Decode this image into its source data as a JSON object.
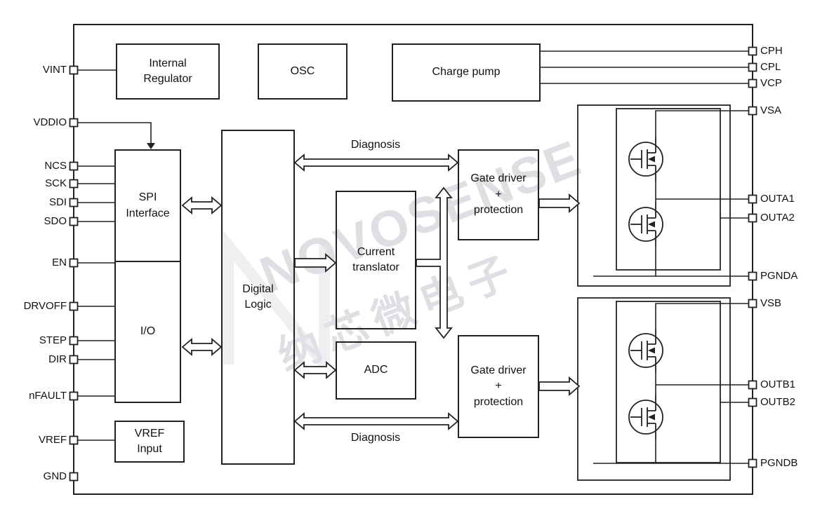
{
  "pins": {
    "left": [
      "VINT",
      "VDDIO",
      "NCS",
      "SCK",
      "SDI",
      "SDO",
      "EN",
      "DRVOFF",
      "STEP",
      "DIR",
      "nFAULT",
      "VREF",
      "GND"
    ],
    "right": [
      "CPH",
      "CPL",
      "VCP",
      "VSA",
      "OUTA1",
      "OUTA2",
      "PGNDA",
      "VSB",
      "OUTB1",
      "OUTB2",
      "PGNDB"
    ]
  },
  "blocks": {
    "internal_regulator": "Internal\nRegulator",
    "osc": "OSC",
    "charge_pump": "Charge pump",
    "spi_interface": "SPI\nInterface",
    "io": "I/O",
    "digital_logic": "Digital\nLogic",
    "current_translator": "Current\ntranslator",
    "adc": "ADC",
    "gate_driver_a": "Gate driver\n+\nprotection",
    "gate_driver_b": "Gate driver\n+\nprotection",
    "vref_input": "VREF\nInput"
  },
  "labels": {
    "diagnosis_top": "Diagnosis",
    "diagnosis_bottom": "Diagnosis"
  },
  "watermark": {
    "line1": "NOVOSENSE",
    "line2": "纳芯微电子"
  },
  "colors": {
    "line": "#222222",
    "background": "#ffffff",
    "watermark": "#d2d5da"
  }
}
